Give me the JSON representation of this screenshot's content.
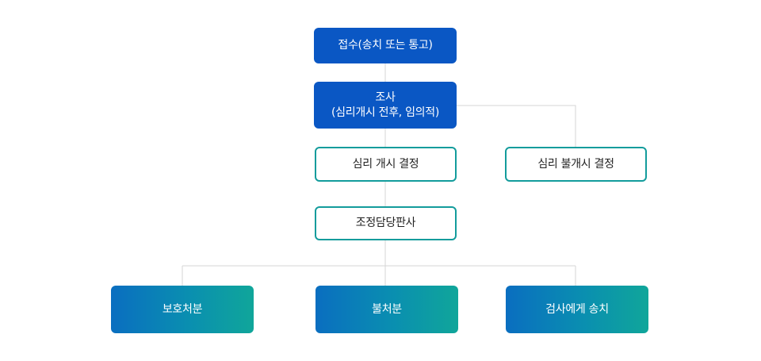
{
  "diagram": {
    "nodes": {
      "receipt": {
        "label": "접수(송치 또는 통고)"
      },
      "investigation": {
        "line1": "조사",
        "line2": "(심리개시 전후, 임의적)"
      },
      "hearing_start": {
        "label": "심리 개시 결정"
      },
      "hearing_no_start": {
        "label": "심리 불개시 결정"
      },
      "mediation_judge": {
        "label": "조정담당판사"
      },
      "protective_disposition": {
        "label": "보호처분"
      },
      "no_disposition": {
        "label": "불처분"
      },
      "send_to_prosecutor": {
        "label": "검사에게 송치"
      }
    },
    "colors": {
      "primary_blue": "#0a57c4",
      "outline_teal": "#139c9c",
      "gradient_start": "#0a6ec0",
      "gradient_end": "#10a69a",
      "connector": "#d6d6d6"
    }
  }
}
